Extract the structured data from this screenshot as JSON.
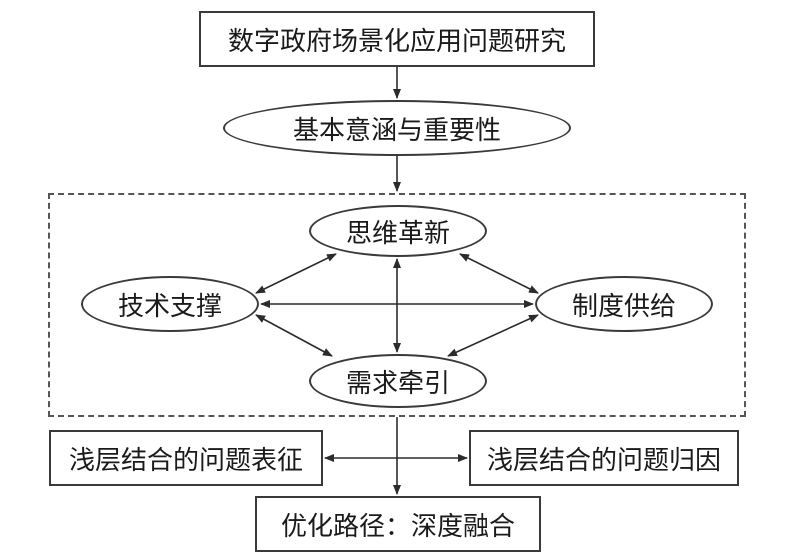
{
  "diagram": {
    "title": "数字政府场景化应用问题研究",
    "connotation": "基本意涵与重要性",
    "framework": {
      "thinking": "思维革新",
      "technology": "技术支撑",
      "institution": "制度供给",
      "demand": "需求牵引"
    },
    "surface_feature": "浅层结合的问题表征",
    "surface_cause": "浅层结合的问题归因",
    "bottom_partial": "优化路径：深度融合"
  },
  "colors": {
    "line": "#2b2b2b",
    "border": "#3a3a3a",
    "frame": "#555555"
  }
}
